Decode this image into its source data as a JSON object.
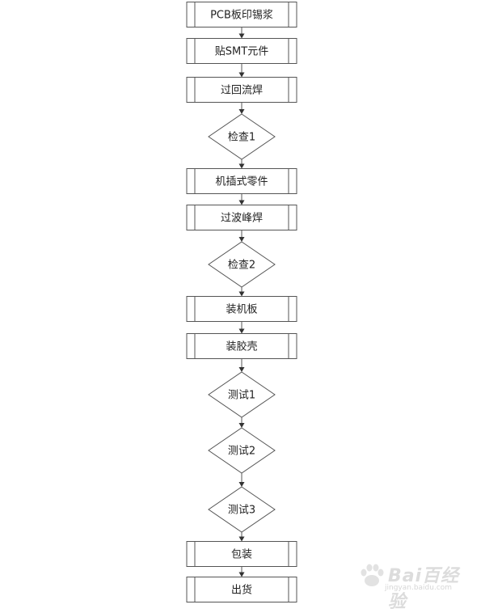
{
  "flow": {
    "steps": [
      {
        "type": "process",
        "label": "PCB板印锡浆"
      },
      {
        "type": "process",
        "label": "贴SMT元件"
      },
      {
        "type": "process",
        "label": "过回流焊"
      },
      {
        "type": "decision",
        "label": "检查1"
      },
      {
        "type": "process",
        "label": "机插式零件"
      },
      {
        "type": "process",
        "label": "过波峰焊"
      },
      {
        "type": "decision",
        "label": "检查2"
      },
      {
        "type": "process",
        "label": "装机板"
      },
      {
        "type": "process",
        "label": "装胶壳"
      },
      {
        "type": "decision",
        "label": "测试1"
      },
      {
        "type": "decision",
        "label": "测试2"
      },
      {
        "type": "decision",
        "label": "测试3"
      },
      {
        "type": "process",
        "label": "包装"
      },
      {
        "type": "process",
        "label": "出货"
      }
    ]
  },
  "watermark": {
    "text": "Bai百经验",
    "url": "jingyan.baidu.com"
  },
  "colors": {
    "stroke": "#555555",
    "text": "#222222",
    "watermark": "#dcdcdc"
  }
}
